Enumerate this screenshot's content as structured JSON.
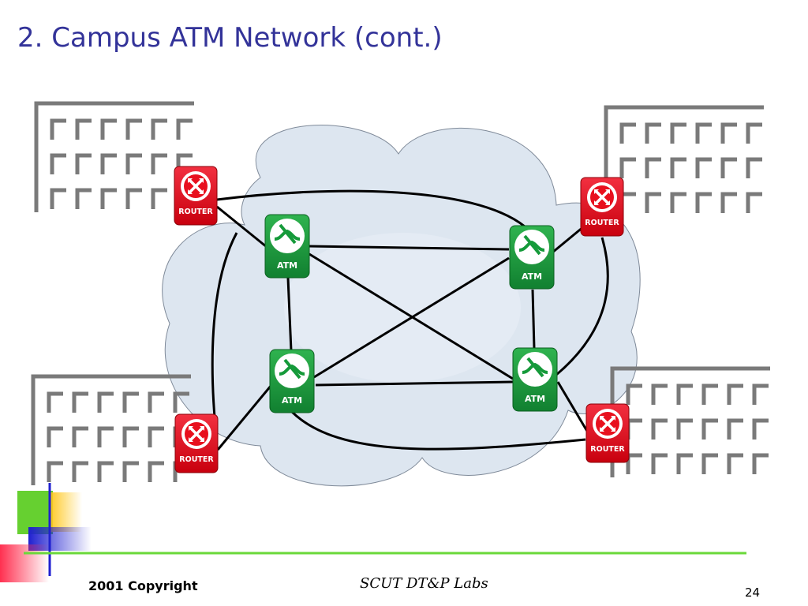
{
  "slide": {
    "title": "2. Campus ATM Network (cont.)",
    "footer_left": "2001 Copyright",
    "footer_center": "SCUT DT&P Labs",
    "page_number": "24"
  },
  "diagram": {
    "router_label": "ROUTER",
    "atm_label": "ATM",
    "colors": {
      "router": "#e8101e",
      "atm": "#159a3a",
      "cloud": "#dde6f0",
      "building": "#7a7a7a",
      "title": "#333399",
      "footer_rule": "#6ad83a"
    },
    "icons": [
      "router-icon",
      "atm-switch-icon",
      "building-icon",
      "cloud-shape"
    ]
  }
}
